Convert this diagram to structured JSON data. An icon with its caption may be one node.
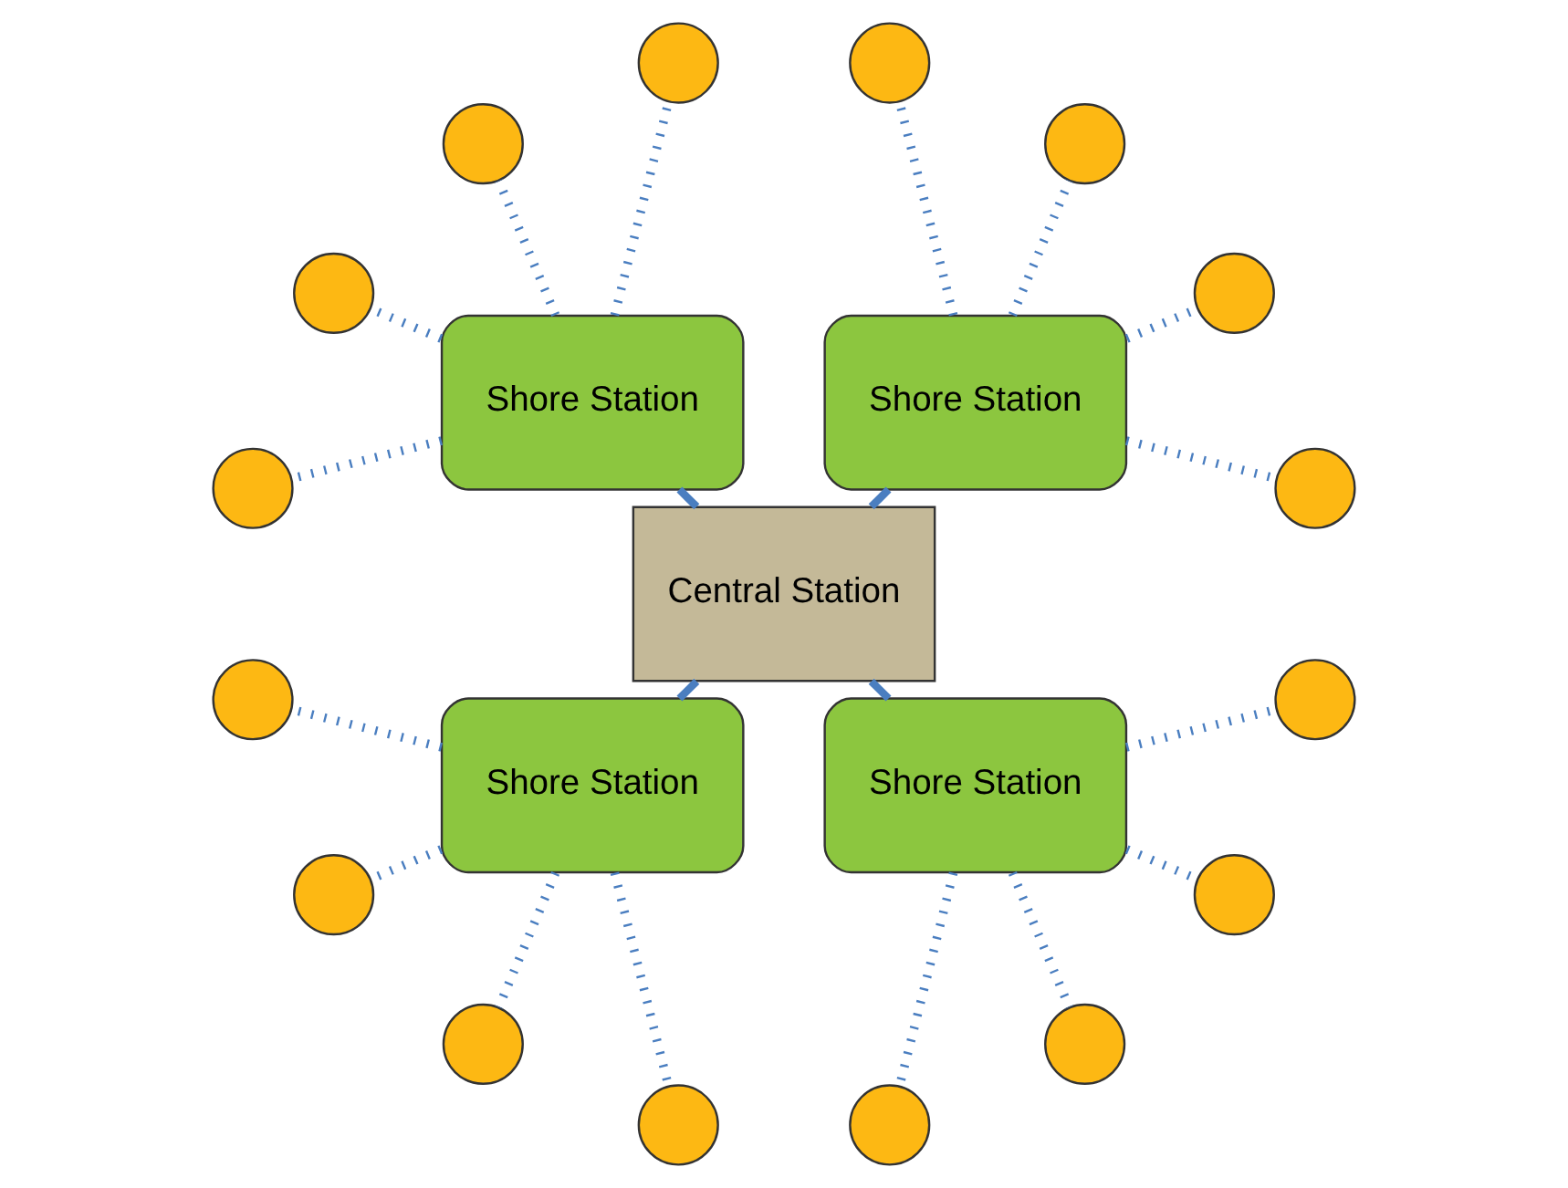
{
  "diagram": {
    "nodes": [
      {
        "text": [
          "Central Station"
        ]
      },
      {
        "text": [
          "Shore Station"
        ]
      },
      {
        "text": [
          "Shore Station"
        ]
      },
      {
        "text": [
          "Shore Station"
        ]
      },
      {
        "text": [
          "Shore Station"
        ]
      },
      {
        "text": [],
        "shape": "circle"
      },
      {
        "text": [],
        "shape": "circle"
      },
      {
        "text": [],
        "shape": "circle"
      },
      {
        "text": [],
        "shape": "circle"
      },
      {
        "text": [],
        "shape": "circle"
      },
      {
        "text": [],
        "shape": "circle"
      },
      {
        "text": [],
        "shape": "circle"
      },
      {
        "text": [],
        "shape": "circle"
      },
      {
        "text": [],
        "shape": "circle"
      },
      {
        "text": [],
        "shape": "circle"
      },
      {
        "text": [],
        "shape": "circle"
      },
      {
        "text": [],
        "shape": "circle"
      },
      {
        "text": [],
        "shape": "circle"
      },
      {
        "text": [],
        "shape": "circle"
      },
      {
        "text": [],
        "shape": "circle"
      },
      {
        "text": [],
        "shape": "circle"
      }
    ],
    "edges": [
      {
        "from": 0,
        "to": 1,
        "arrow": "none"
      },
      {
        "from": 0,
        "to": 2,
        "arrow": "none"
      },
      {
        "from": 0,
        "to": 3,
        "arrow": "none"
      },
      {
        "from": 0,
        "to": 4,
        "arrow": "none"
      },
      {
        "from": 1,
        "to": 5,
        "arrow": "none",
        "style": "dashed"
      },
      {
        "from": 1,
        "to": 6,
        "arrow": "none",
        "style": "dashed"
      },
      {
        "from": 1,
        "to": 7,
        "arrow": "none",
        "style": "dashed"
      },
      {
        "from": 1,
        "to": 8,
        "arrow": "none",
        "style": "dashed"
      },
      {
        "from": 2,
        "to": 9,
        "arrow": "none",
        "style": "dashed"
      },
      {
        "from": 2,
        "to": 10,
        "arrow": "none",
        "style": "dashed"
      },
      {
        "from": 2,
        "to": 11,
        "arrow": "none",
        "style": "dashed"
      },
      {
        "from": 2,
        "to": 12,
        "arrow": "none",
        "style": "dashed"
      },
      {
        "from": 3,
        "to": 13,
        "arrow": "none",
        "style": "dashed"
      },
      {
        "from": 3,
        "to": 14,
        "arrow": "none",
        "style": "dashed"
      },
      {
        "from": 3,
        "to": 15,
        "arrow": "none",
        "style": "dashed"
      },
      {
        "from": 3,
        "to": 16,
        "arrow": "none",
        "style": "dashed"
      },
      {
        "from": 4,
        "to": 17,
        "arrow": "none",
        "style": "dashed"
      },
      {
        "from": 4,
        "to": 18,
        "arrow": "none",
        "style": "dashed"
      },
      {
        "from": 4,
        "to": 19,
        "arrow": "none",
        "style": "dashed"
      },
      {
        "from": 4,
        "to": 20,
        "arrow": "none",
        "style": "dashed"
      }
    ]
  }
}
